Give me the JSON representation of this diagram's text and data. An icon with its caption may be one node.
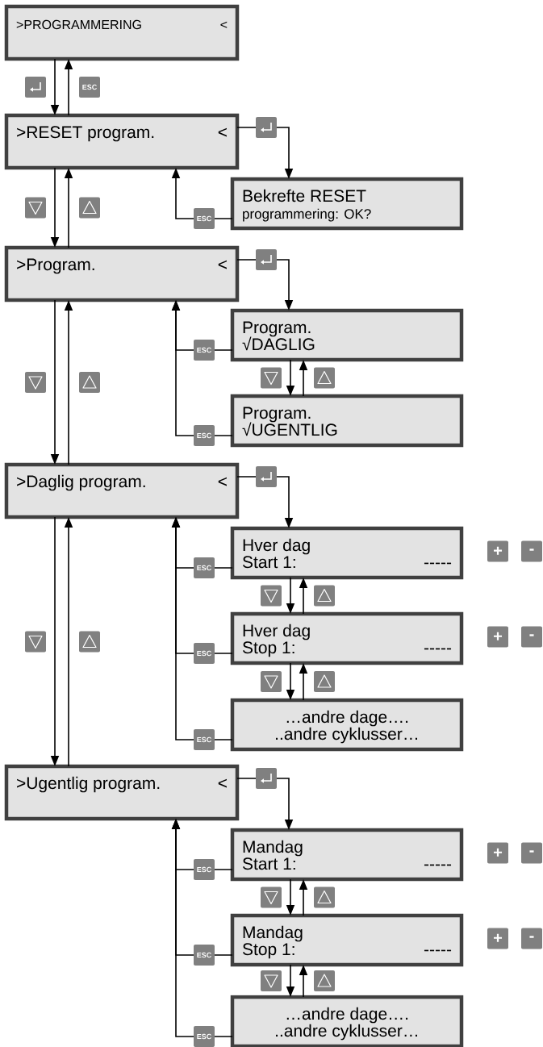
{
  "diagram": {
    "nodes": [
      {
        "text": [
          ">PROGRAMMERING",
          "<"
        ]
      },
      {
        "text": [
          ">RESET program.",
          "<"
        ]
      },
      {
        "text": [
          "Bekrefte RESET",
          "programmering: OK?"
        ]
      },
      {
        "text": [
          ">Program.",
          "<"
        ]
      },
      {
        "text": [
          "Program.",
          "√DAGLIG"
        ]
      },
      {
        "text": [
          "Program.",
          "√UGENTLIG"
        ]
      },
      {
        "text": [
          ">Daglig program.",
          "<"
        ]
      },
      {
        "text": [
          "Hver dag",
          "Start 1:",
          "-----"
        ],
        "beside": [
          "+",
          "-"
        ]
      },
      {
        "text": [
          "Hver dag",
          "Stop 1:",
          "-----"
        ],
        "beside": [
          "+",
          "-"
        ]
      },
      {
        "text": [
          "…andre dage….",
          "..andre cyklusser…"
        ]
      },
      {
        "text": [
          ">Ugentlig program.",
          "<"
        ]
      },
      {
        "text": [
          "Mandag",
          "Start 1:",
          "-----"
        ],
        "beside": [
          "+",
          "-"
        ]
      },
      {
        "text": [
          "Mandag",
          "Stop 1:",
          "-----"
        ],
        "beside": [
          "+",
          "-"
        ]
      },
      {
        "text": [
          "…andre dage….",
          "..andre cyklusser…"
        ]
      }
    ],
    "edges": [
      {
        "from": 0,
        "to": 1,
        "arrow": "to"
      },
      {
        "from": 1,
        "to": 0,
        "arrow": "to",
        "label": "ESC"
      },
      {
        "from": 1,
        "to": 2,
        "arrow": "to"
      },
      {
        "from": 2,
        "to": 1,
        "arrow": "to",
        "label": "ESC"
      },
      {
        "from": 1,
        "to": 3,
        "arrow": "to"
      },
      {
        "from": 3,
        "to": 1,
        "arrow": "to"
      },
      {
        "from": 3,
        "to": 4,
        "arrow": "to"
      },
      {
        "from": 4,
        "to": 3,
        "arrow": "to",
        "label": "ESC"
      },
      {
        "from": 4,
        "to": 5,
        "arrow": "to"
      },
      {
        "from": 5,
        "to": 4,
        "arrow": "to"
      },
      {
        "from": 5,
        "to": 3,
        "arrow": "to",
        "label": "ESC"
      },
      {
        "from": 3,
        "to": 6,
        "arrow": "to"
      },
      {
        "from": 6,
        "to": 3,
        "arrow": "to"
      },
      {
        "from": 6,
        "to": 7,
        "arrow": "to"
      },
      {
        "from": 7,
        "to": 6,
        "arrow": "to",
        "label": "ESC"
      },
      {
        "from": 7,
        "to": 8,
        "arrow": "to"
      },
      {
        "from": 8,
        "to": 7,
        "arrow": "to"
      },
      {
        "from": 8,
        "to": 6,
        "arrow": "to",
        "label": "ESC"
      },
      {
        "from": 8,
        "to": 9,
        "arrow": "to"
      },
      {
        "from": 9,
        "to": 8,
        "arrow": "to"
      },
      {
        "from": 9,
        "to": 6,
        "arrow": "to",
        "label": "ESC"
      },
      {
        "from": 6,
        "to": 10,
        "arrow": "to"
      },
      {
        "from": 10,
        "to": 6,
        "arrow": "to"
      },
      {
        "from": 10,
        "to": 11,
        "arrow": "to"
      },
      {
        "from": 11,
        "to": 10,
        "arrow": "to",
        "label": "ESC"
      },
      {
        "from": 11,
        "to": 12,
        "arrow": "to"
      },
      {
        "from": 12,
        "to": 11,
        "arrow": "to"
      },
      {
        "from": 12,
        "to": 10,
        "arrow": "to",
        "label": "ESC"
      },
      {
        "from": 12,
        "to": 13,
        "arrow": "to"
      },
      {
        "from": 13,
        "to": 12,
        "arrow": "to"
      },
      {
        "from": 13,
        "to": 10,
        "arrow": "to",
        "label": "ESC"
      }
    ]
  }
}
